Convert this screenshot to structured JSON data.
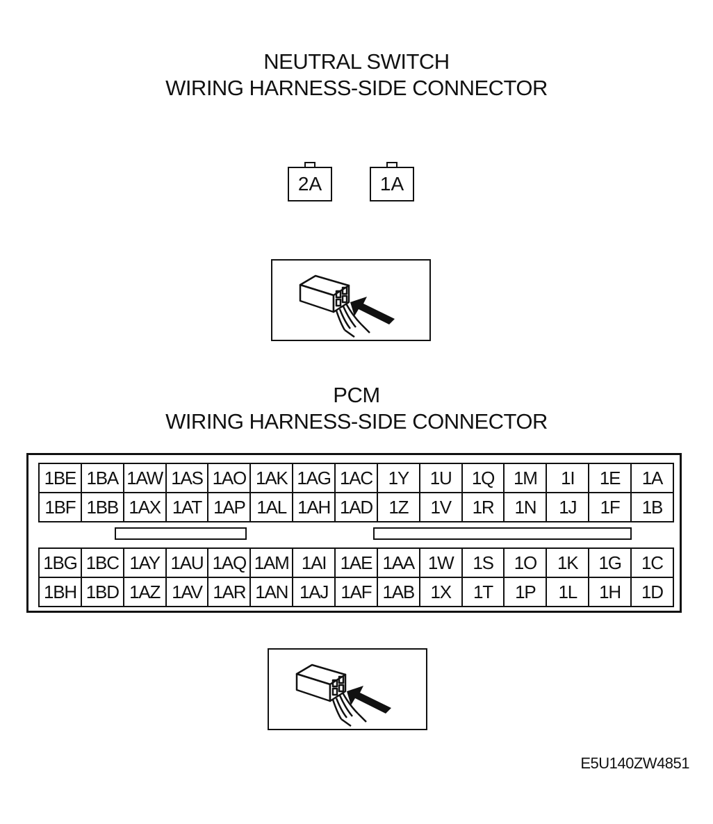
{
  "neutral_switch": {
    "title_line1": "NEUTRAL SWITCH",
    "title_line2": "WIRING HARNESS-SIDE CONNECTOR",
    "pins": [
      "2A",
      "1A"
    ]
  },
  "pcm": {
    "title_line1": "PCM",
    "title_line2": "WIRING HARNESS-SIDE CONNECTOR",
    "top_group": {
      "row1": [
        "1BE",
        "1BA",
        "1AW",
        "1AS",
        "1AO",
        "1AK",
        "1AG",
        "1AC",
        "1Y",
        "1U",
        "1Q",
        "1M",
        "1I",
        "1E",
        "1A"
      ],
      "row2": [
        "1BF",
        "1BB",
        "1AX",
        "1AT",
        "1AP",
        "1AL",
        "1AH",
        "1AD",
        "1Z",
        "1V",
        "1R",
        "1N",
        "1J",
        "1F",
        "1B"
      ]
    },
    "bottom_group": {
      "row1": [
        "1BG",
        "1BC",
        "1AY",
        "1AU",
        "1AQ",
        "1AM",
        "1AI",
        "1AE",
        "1AA",
        "1W",
        "1S",
        "1O",
        "1K",
        "1G",
        "1C"
      ],
      "row2": [
        "1BH",
        "1BD",
        "1AZ",
        "1AV",
        "1AR",
        "1AN",
        "1AJ",
        "1AF",
        "1AB",
        "1X",
        "1T",
        "1P",
        "1L",
        "1H",
        "1D"
      ]
    }
  },
  "figure_code": "E5U140ZW4851",
  "colors": {
    "line": "#111111",
    "background": "#ffffff"
  },
  "icons": [
    "connector-view-icon",
    "arrow-icon"
  ]
}
